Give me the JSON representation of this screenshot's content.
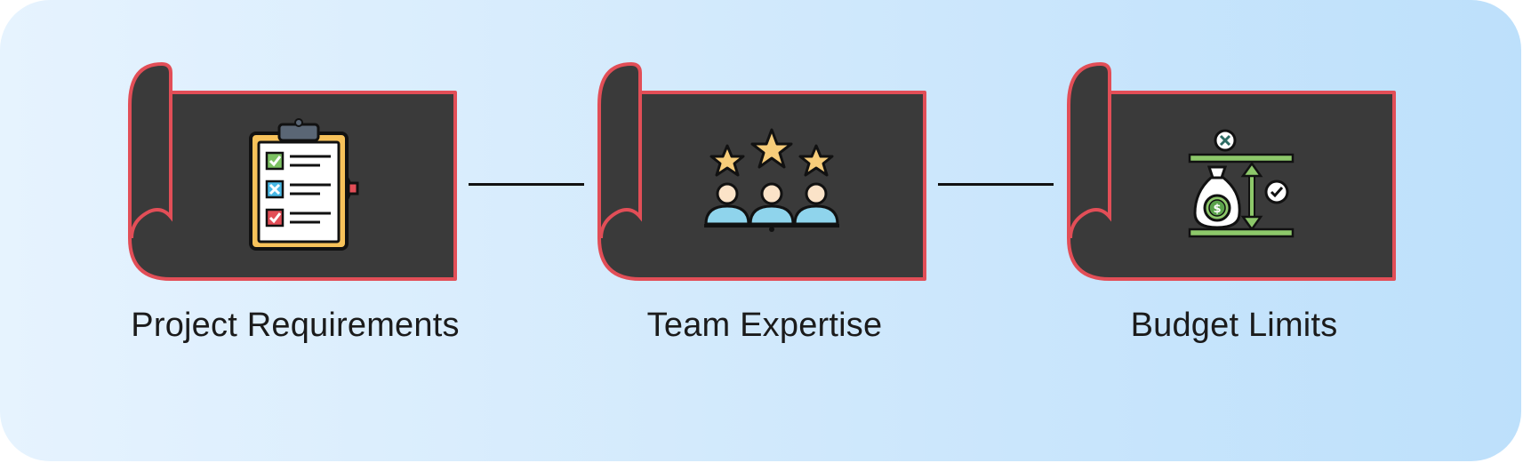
{
  "steps": [
    {
      "label": "Project Requirements",
      "icon": "clipboard-checklist-gear-icon"
    },
    {
      "label": "Team Expertise",
      "icon": "team-stars-icon"
    },
    {
      "label": "Budget Limits",
      "icon": "budget-money-bag-icon"
    }
  ],
  "colors": {
    "banner_fill": "#3a3a3a",
    "banner_border": "#e24e57",
    "background_start": "#e6f3fe",
    "background_end": "#bde0fb"
  }
}
